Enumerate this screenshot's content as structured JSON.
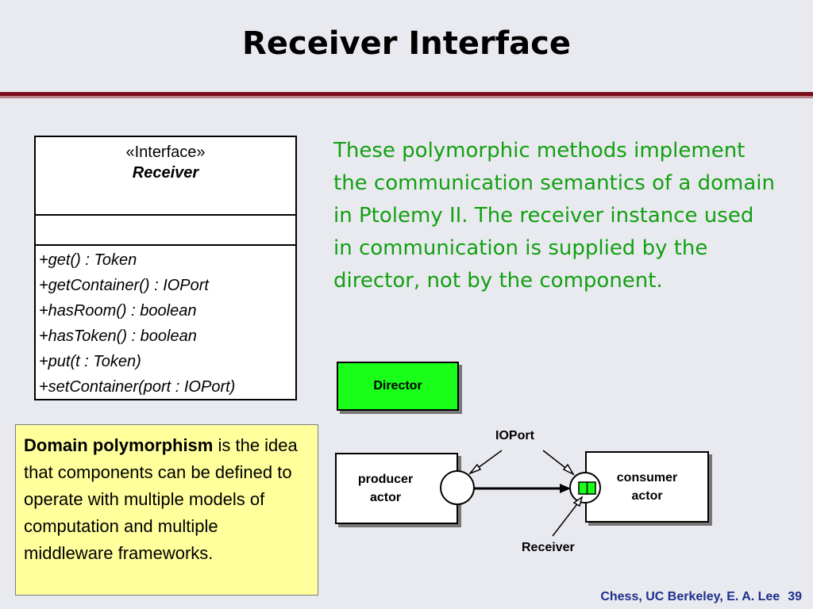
{
  "slide": {
    "title": "Receiver Interface",
    "footer_credit": "Chess, UC Berkeley, E. A. Lee",
    "page_number": "39"
  },
  "uml": {
    "stereotype": "«Interface»",
    "name": "Receiver",
    "methods": [
      "+get() : Token",
      "+getContainer() : IOPort",
      "+hasRoom() : boolean",
      "+hasToken() : boolean",
      "+put(t : Token)",
      "+setContainer(port : IOPort)"
    ]
  },
  "description": "These polymorphic methods implement the communication semantics of a domain in Ptolemy II. The receiver instance used in communication is supplied by the director, not by the component.",
  "note": {
    "bold": "Domain polymorphism",
    "text": " is the idea that components can be defined to operate with multiple models of computation and multiple middleware frameworks."
  },
  "diagram": {
    "director": "Director",
    "producer": [
      "producer",
      "actor"
    ],
    "consumer": [
      "consumer",
      "actor"
    ],
    "ioport_label": "IOPort",
    "receiver_label": "Receiver"
  },
  "colors": {
    "title_rule": "#7a0d1a",
    "description_text": "#12a012",
    "note_background": "#ffff9c",
    "director_fill": "#19ff19",
    "receiver_fill": "#19ff19",
    "footer_text": "#1d2f8c"
  }
}
